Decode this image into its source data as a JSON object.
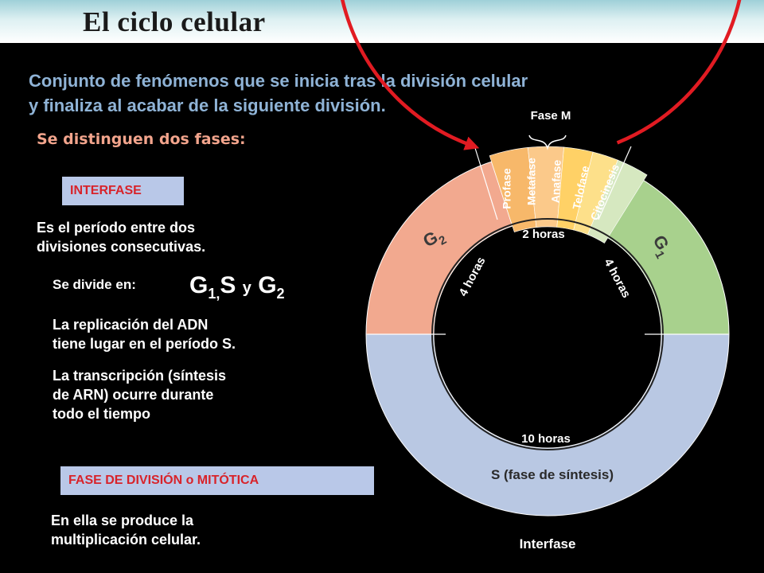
{
  "title": "El ciclo celular",
  "intro": {
    "line1": "Conjunto de fenómenos que se inicia tras la división celular",
    "line2": "y finaliza al acabar de la siguiente división."
  },
  "subtitle": "Se distinguen dos fases:",
  "interfase_box": "INTERFASE",
  "interfase_desc": {
    "line1": "Es  el período entre dos",
    "line2": "divisiones consecutivas."
  },
  "divide_label": "Se divide en:",
  "formula": {
    "g1": "G",
    "g1_sub": "1,",
    "s": "S",
    "y": "y",
    "g2": "G",
    "g2_sub": "2"
  },
  "replication": {
    "line1": "La replicación del ADN",
    "line2": "tiene lugar en el período S."
  },
  "transcription": {
    "line1": "La transcripción (síntesis",
    "line2": "de ARN) ocurre durante",
    "line3": "todo el tiempo"
  },
  "division_box": "FASE DE DIVISIÓN o MITÓTICA",
  "division_desc": {
    "line1": "En ella se produce la",
    "line2": "multiplicación celular."
  },
  "diagram": {
    "fase_m": "Fase M",
    "mitosis_phases": [
      "Profase",
      "Metafase",
      "Anafase",
      "Telofase",
      "Citocinesis"
    ],
    "g2": "G",
    "g2_sub": "2",
    "g1": "G",
    "g1_sub": "1",
    "s": "S (fase de síntesis)",
    "interfase": "Interfase",
    "hours_g2": "4 horas",
    "hours_m": "2 horas",
    "hours_g1": "4 horas",
    "hours_s": "10 horas"
  },
  "colors": {
    "g2": "#f2a98f",
    "g1": "#a8d18d",
    "s": "#b9c8e3",
    "profase": "#f7b86a",
    "metafase": "#fbc98a",
    "anafase": "#ffd166",
    "telofase": "#fde08a",
    "citocinesis": "#d6e8c0",
    "arrow": "#e11b22",
    "intro_text": "#8fb3d6",
    "subtitle_text": "#f2a48c",
    "box_bg": "#b9c8e8",
    "box_text": "#d8232a"
  }
}
